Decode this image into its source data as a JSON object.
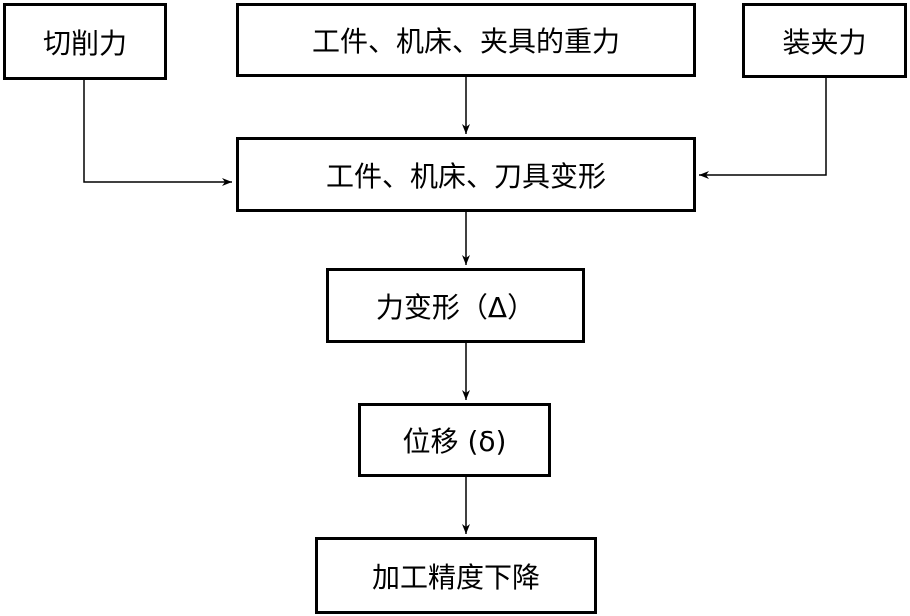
{
  "diagram": {
    "nodes": {
      "cutting_force": "切削力",
      "gravity": "工件、机床、夹具的重力",
      "clamping_force": "装夹力",
      "deformation": "工件、机床、刀具变形",
      "force_deformation": "力变形（Δ）",
      "displacement": "位移 (δ)",
      "accuracy_drop": "加工精度下降"
    },
    "edges": [
      {
        "from": "cutting_force",
        "to": "deformation"
      },
      {
        "from": "gravity",
        "to": "deformation"
      },
      {
        "from": "clamping_force",
        "to": "deformation"
      },
      {
        "from": "deformation",
        "to": "force_deformation"
      },
      {
        "from": "force_deformation",
        "to": "displacement"
      },
      {
        "from": "displacement",
        "to": "accuracy_drop"
      }
    ],
    "colors": {
      "line": "#000000",
      "background": "#ffffff"
    }
  }
}
